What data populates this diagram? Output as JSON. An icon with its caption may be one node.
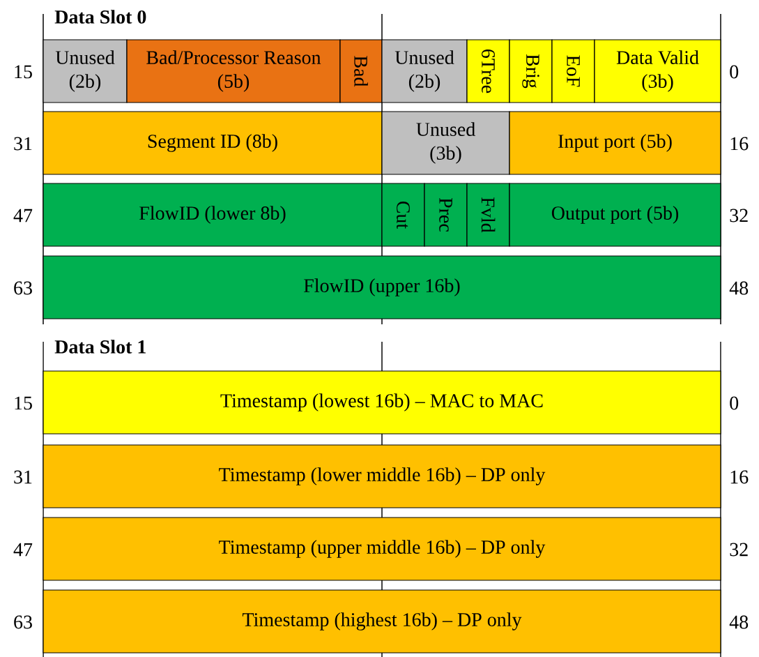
{
  "diagram": {
    "nodes": [
      {
        "text": [
          "Unused (2b)"
        ]
      },
      {
        "text": [
          "Bad/Processor Reason (5b)"
        ]
      },
      {
        "text": [
          "Bad"
        ]
      },
      {
        "text": [
          "Unused (2b)"
        ]
      },
      {
        "text": [
          "6Tree"
        ]
      },
      {
        "text": [
          "Brig"
        ]
      },
      {
        "text": [
          "EoF"
        ]
      },
      {
        "text": [
          "Data Valid (3b)"
        ]
      },
      {
        "text": [
          "Segment ID (8b)"
        ]
      },
      {
        "text": [
          "Unused (3b)"
        ]
      },
      {
        "text": [
          "Input port (5b)"
        ]
      },
      {
        "text": [
          "FlowID (lower 8b)"
        ]
      },
      {
        "text": [
          "Cut"
        ]
      },
      {
        "text": [
          "Prec"
        ]
      },
      {
        "text": [
          "Fvld"
        ]
      },
      {
        "text": [
          "Output port (5b)"
        ]
      },
      {
        "text": [
          "FlowID (upper 16b)"
        ]
      },
      {
        "text": [
          "Timestamp (lowest 16b) – MAC to MAC"
        ]
      },
      {
        "text": [
          "Timestamp (lower middle 16b) – DP only"
        ]
      },
      {
        "text": [
          "Timestamp (upper middle 16b) – DP only"
        ]
      },
      {
        "text": [
          "Timestamp (highest 16b) – DP only"
        ]
      }
    ],
    "labels": [
      "Data Slot 0",
      "15",
      "0",
      "31",
      "16",
      "47",
      "32",
      "63",
      "48",
      "Data Slot 1",
      "15",
      "0",
      "31",
      "16",
      "47",
      "32",
      "63",
      "48"
    ]
  }
}
